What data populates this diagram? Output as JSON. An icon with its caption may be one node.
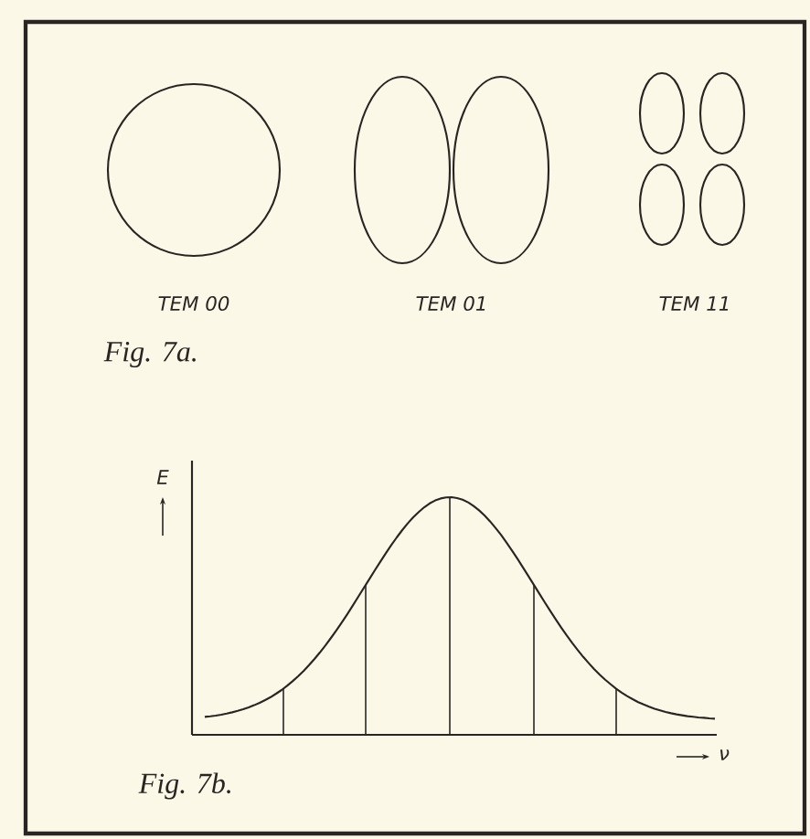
{
  "diagram": {
    "labels": [
      "TEM 00",
      "TEM 01",
      "TEM 11",
      "Fig. 7a.",
      "E",
      "ν",
      "Fig. 7b."
    ]
  }
}
